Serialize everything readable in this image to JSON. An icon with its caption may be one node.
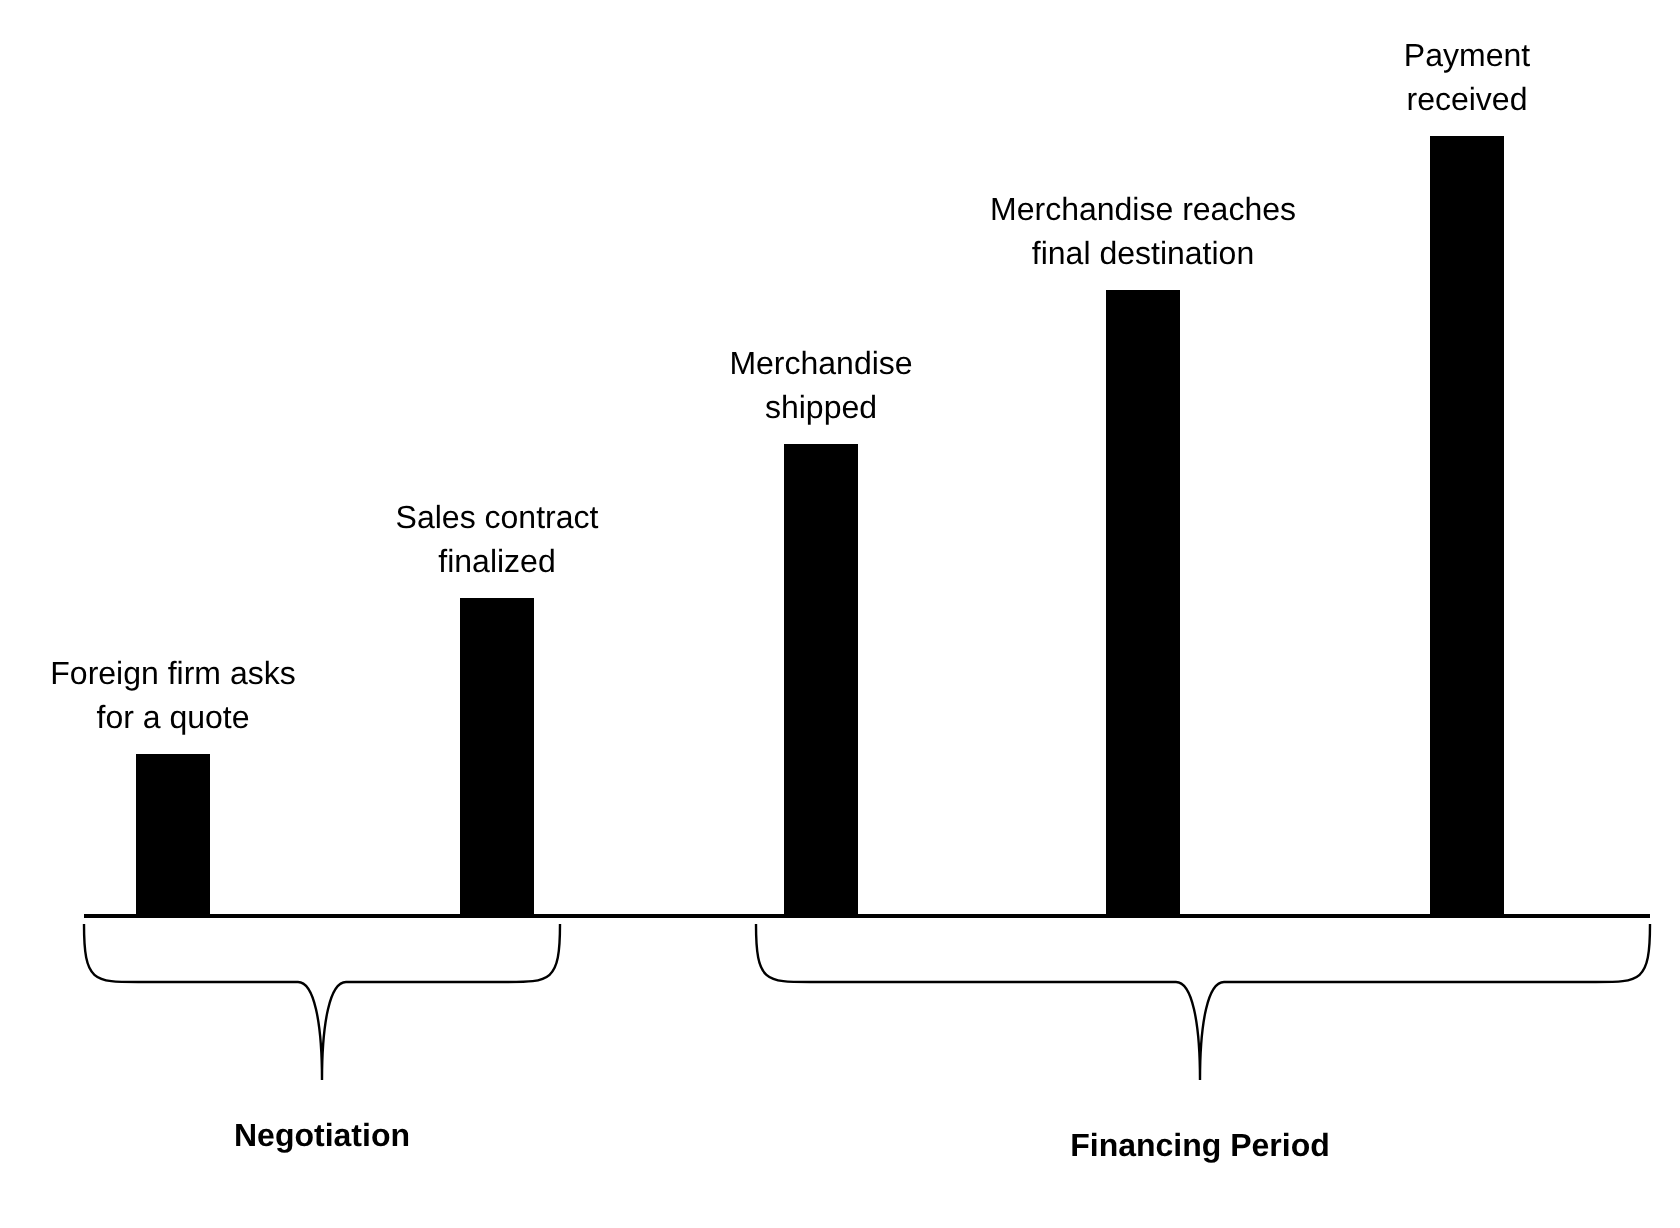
{
  "diagram": {
    "nodes": [
      {
        "text": [
          "Foreign firm asks for a quote"
        ]
      },
      {
        "text": [
          "Sales contract finalized"
        ]
      },
      {
        "text": [
          "Merchandise shipped"
        ]
      },
      {
        "text": [
          "Merchandise reaches final destination"
        ]
      },
      {
        "text": [
          "Payment received"
        ]
      }
    ],
    "labels": [
      "Negotiation",
      "Financing Period"
    ]
  }
}
